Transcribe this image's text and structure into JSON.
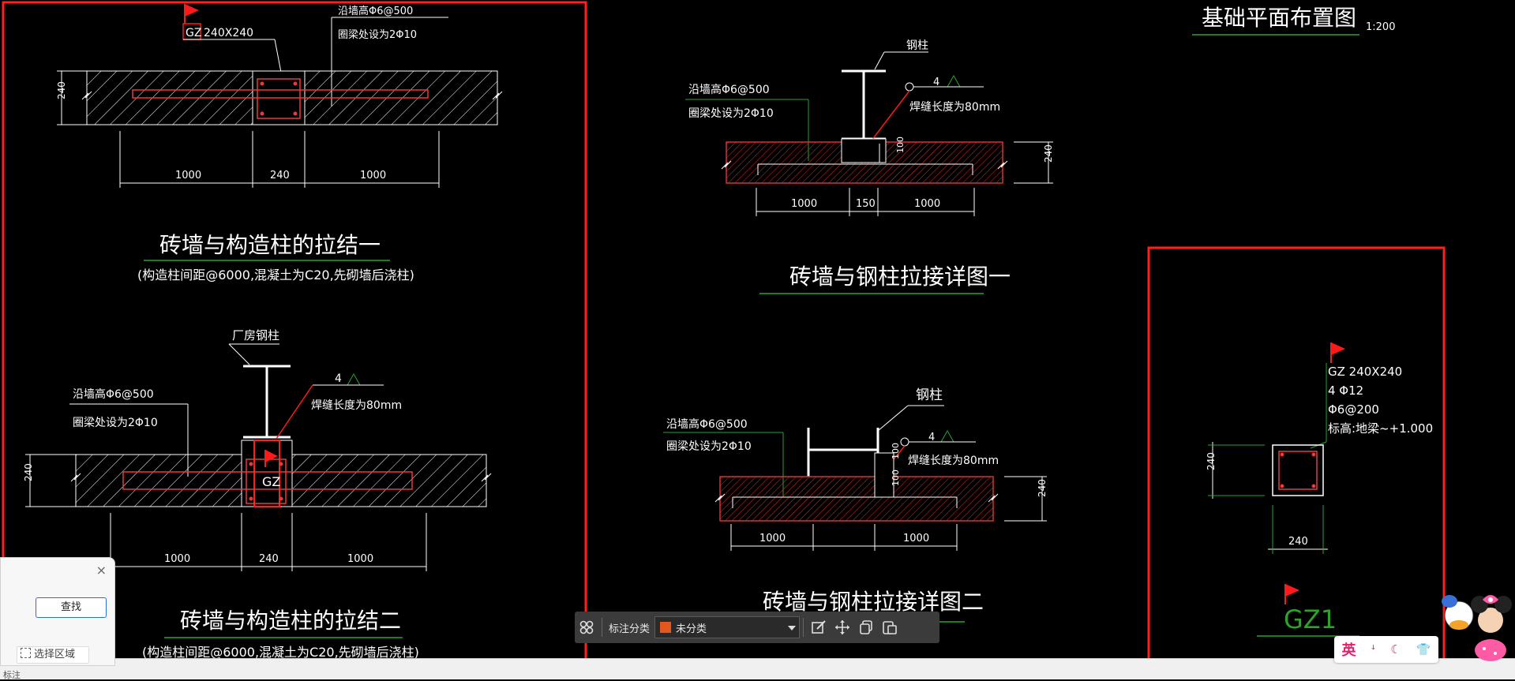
{
  "canvas": {
    "colors": {
      "background": "#000000",
      "line": "#ffffff",
      "hatch": "#ffffff",
      "hatch_red": "#d93030",
      "rebar": "#e83a3a",
      "leader": "#2aa52a",
      "flag": "#ff1a1a",
      "annotation_box": "#ff1f1f"
    },
    "main_title": "基础平面布置图",
    "main_scale": "1:200",
    "detail1": {
      "flag_label": "GZ",
      "col_spec": "240X240",
      "rebar_note_1": "沿墙高Φ6@500",
      "rebar_note_2": "圈梁处设为2Φ10",
      "wall_thickness": "240",
      "dims": [
        "1000",
        "240",
        "1000"
      ],
      "title": "砖墙与构造柱的拉结一",
      "subtitle": "(构造柱间距@6000,混凝土为C20,先砌墙后浇柱)"
    },
    "detail2": {
      "steel_label": "厂房钢柱",
      "rebar_note_1": "沿墙高Φ6@500",
      "rebar_note_2": "圈梁处设为2Φ10",
      "weld_num": "4",
      "weld_note": "焊缝长度为80mm",
      "wall_thickness": "240",
      "col_label": "GZ",
      "dims": [
        "1000",
        "240",
        "1000"
      ],
      "title": "砖墙与构造柱的拉结二",
      "subtitle": "(构造柱间距@6000,混凝土为C20,先砌墙后浇柱)"
    },
    "detail3": {
      "steel_label": "钢柱",
      "rebar_note_1": "沿墙高Φ6@500",
      "rebar_note_2": "圈梁处设为2Φ10",
      "weld_num": "4",
      "weld_note": "焊缝长度为80mm",
      "small_dim": "100",
      "wall_thickness": "240",
      "dims": [
        "1000",
        "150",
        "1000"
      ],
      "title": "砖墙与钢柱拉接详图一"
    },
    "detail4": {
      "steel_label": "钢柱",
      "rebar_note_1": "沿墙高Φ6@500",
      "rebar_note_2": "圈梁处设为2Φ10",
      "weld_num": "4",
      "weld_note": "焊缝长度为80mm",
      "small_dim_1": "100",
      "small_dim_2": "100",
      "wall_thickness": "240",
      "dims": [
        "1000",
        "1000"
      ],
      "title": "砖墙与钢柱拉接详图二"
    },
    "gz1": {
      "spec_1": "GZ 240X240",
      "spec_2": "4 Φ12",
      "spec_3": "Φ6@200",
      "spec_4": "标高:地梁~+1.000",
      "dim_h": "240",
      "dim_v": "240",
      "label": "GZ1"
    }
  },
  "find_panel": {
    "close_glyph": "×",
    "find_label": "查找",
    "region_label": "选择区域"
  },
  "status_hint": "标注",
  "annot_toolbar": {
    "category_label": "标注分类",
    "category_value": "未分类"
  },
  "ime": {
    "lang": "英",
    "moon": "☾",
    "dot": "ꜜ",
    "shirt": "👕"
  }
}
